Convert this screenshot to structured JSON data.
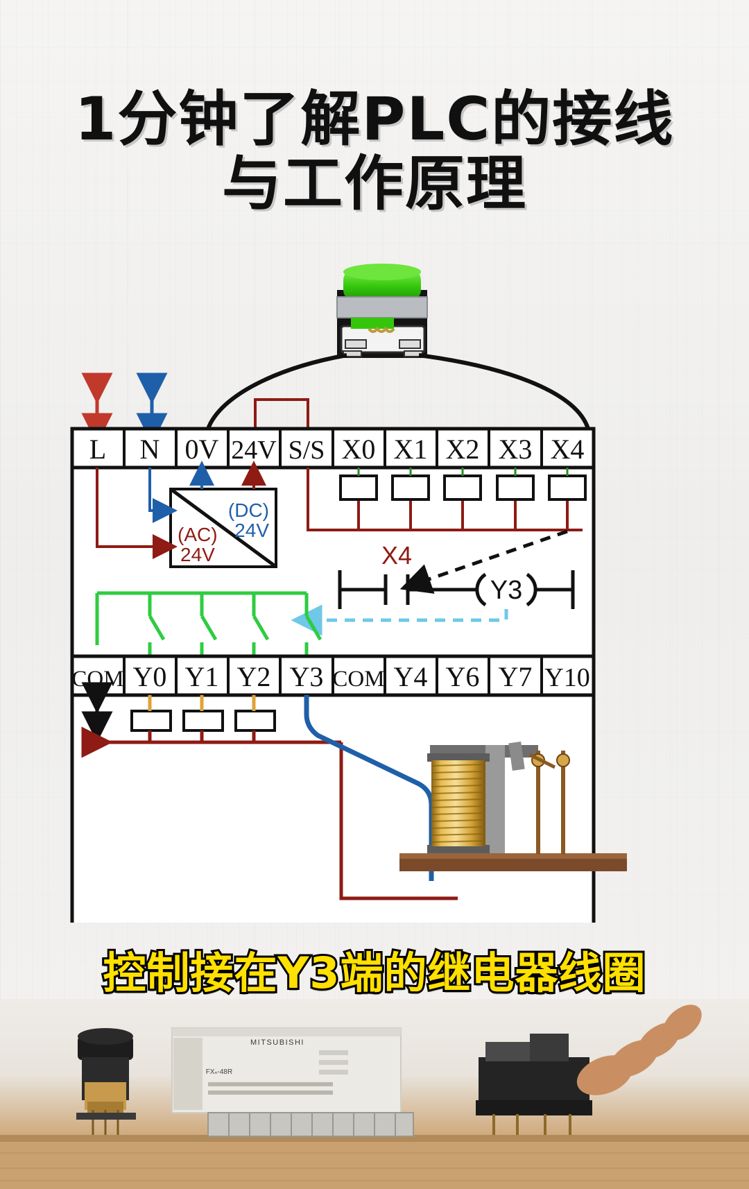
{
  "title": {
    "line1": "1分钟了解PLC的接线",
    "line2": "与工作原理"
  },
  "caption": {
    "text": "控制接在Y3端的继电器线圈"
  },
  "colors": {
    "red": "#c0392b",
    "dark_red": "#8e1b14",
    "blue": "#1f5fa9",
    "green": "#2ecc40",
    "light_blue": "#7fd4ef",
    "black": "#111111",
    "yellow": "#e8b04b",
    "caption_fill": "#FFE000",
    "caption_stroke": "#000000"
  },
  "plc": {
    "top_terminals": [
      "L",
      "N",
      "0V",
      "24V",
      "S/S",
      "X0",
      "X1",
      "X2",
      "X3",
      "X4"
    ],
    "bottom_terminals": [
      "COM",
      "Y0",
      "Y1",
      "Y2",
      "Y3",
      "COM",
      "Y4",
      "Y6",
      "Y7",
      "Y10"
    ],
    "power_supply": {
      "ac_label": "(AC)",
      "ac_value": "24V",
      "dc_label": "(DC)",
      "dc_value": "24V"
    },
    "ladder": {
      "contact_label": "X4",
      "coil_label": "Y3"
    }
  },
  "photos": {
    "plc_brand": "MITSUBISHI",
    "plc_model": "FXₙ-48R"
  },
  "icons": {
    "pushbutton": "green-pushbutton-icon",
    "relay": "relay-coil-icon",
    "arrow_red": "red-double-arrow-icon",
    "arrow_blue": "blue-double-arrow-icon"
  }
}
